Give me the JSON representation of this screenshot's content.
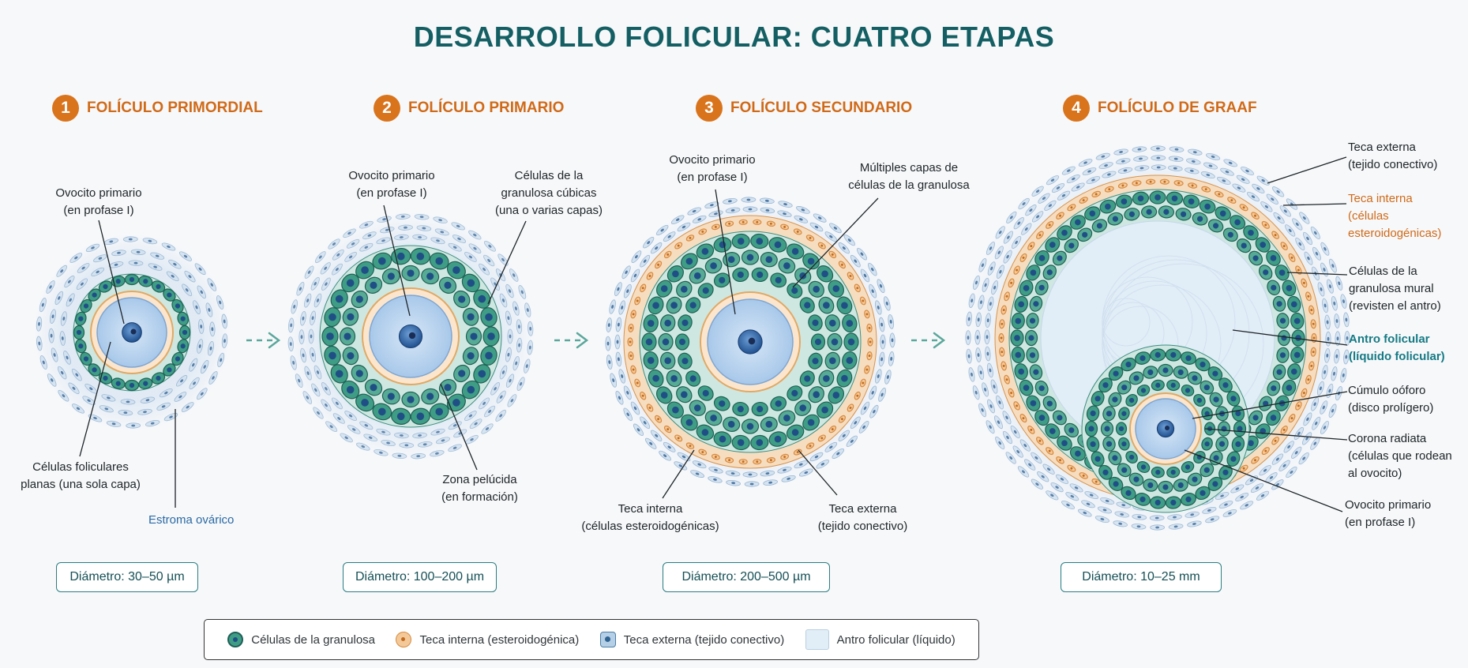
{
  "title": "DESARROLLO FOLICULAR: CUATRO ETAPAS",
  "colors": {
    "title": "#145f63",
    "stage_accent": "#d9741c",
    "granulosa": "#3f9d86",
    "teca_interna": "#f4c99a",
    "teca_externa": "#b4cfe6",
    "antro": "#e1edf7",
    "oocyte": "#bcd6ef"
  },
  "stages": [
    {
      "number": "1",
      "name": "FOLÍCULO PRIMORDIAL",
      "labels": {
        "oocyte": "Ovocito primario\n(en profase I)",
        "cells": "Células foliculares\nplanas (una sola capa)",
        "stroma": "Estroma ovárico"
      },
      "diameter": "Diámetro: 30–50 µm"
    },
    {
      "number": "2",
      "name": "FOLÍCULO PRIMARIO",
      "labels": {
        "oocyte": "Ovocito primario\n(en profase I)",
        "cells": "Células de la\ngranulosa cúbicas\n(una o varias capas)",
        "zona": "Zona pelúcida\n(en formación)"
      },
      "diameter": "Diámetro: 100–200 µm"
    },
    {
      "number": "3",
      "name": "FOLÍCULO SECUNDARIO",
      "labels": {
        "oocyte": "Ovocito primario\n(en profase I)",
        "cells": "Múltiples capas de\ncélulas de la granulosa",
        "teca_int": "Teca interna\n(células esteroidogénicas)",
        "teca_ext": "Teca externa\n(tejido conectivo)"
      },
      "diameter": "Diámetro: 200–500 µm"
    },
    {
      "number": "4",
      "name": "FOLÍCULO DE GRAAF",
      "labels": {
        "teca_ext": "Teca externa\n(tejido conectivo)",
        "teca_int": "Teca interna\n(células\nesteroidogénicas)",
        "mural": "Células de la\ngranulosa mural\n(revisten el antro)",
        "antro": "Antro folicular\n(líquido folicular)",
        "cumulo": "Cúmulo oóforo\n(disco prolígero)",
        "corona": "Corona radiata\n(células que rodean\nal ovocito)",
        "oocyte": "Ovocito primario\n(en profase I)"
      },
      "diameter": "Diámetro: 10–25 mm"
    }
  ],
  "legend": [
    {
      "icon": "granulosa-cell-icon",
      "label": "Células de la granulosa"
    },
    {
      "icon": "teca-interna-cell-icon",
      "label": "Teca interna (esteroidogénica)"
    },
    {
      "icon": "teca-externa-cell-icon",
      "label": "Teca externa (tejido conectivo)"
    },
    {
      "icon": "antro-swatch-icon",
      "label": "Antro folicular (líquido)"
    }
  ]
}
